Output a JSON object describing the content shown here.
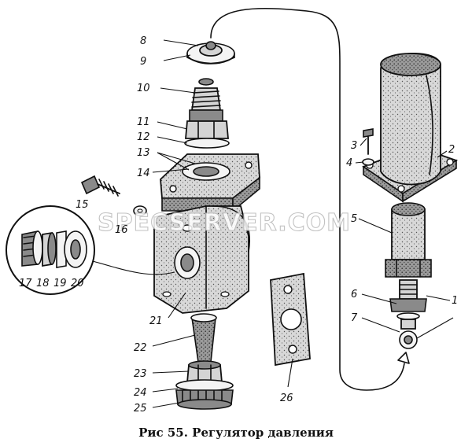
{
  "caption": "Рис  55. Регулятор давления",
  "watermark": "SPECSERVER.COM",
  "callouts": [
    "8",
    "9",
    "10",
    "11",
    "12",
    "13",
    "14",
    "15",
    "16",
    "17",
    "18",
    "19",
    "20",
    "21",
    "22",
    "23",
    "24",
    "25",
    "26",
    "3",
    "4",
    "2",
    "5",
    "6",
    "7",
    "1"
  ]
}
